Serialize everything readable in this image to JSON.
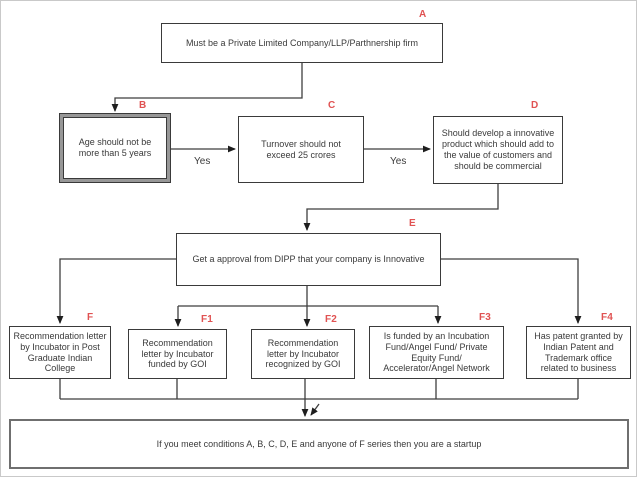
{
  "diagram": {
    "type": "flowchart",
    "colors": {
      "node_label": "#e05252",
      "connector": "#3f3f3f",
      "text": "#3a3a3a",
      "background": "#ffffff"
    },
    "nodes": {
      "a": {
        "label": "A",
        "text": "Must be a Private Limited  Company/LLP/Parthnership firm"
      },
      "b": {
        "label": "B",
        "text": "Age should not be more than 5 years"
      },
      "c": {
        "label": "C",
        "text": "Turnover should not exceed 25 crores"
      },
      "d": {
        "label": "D",
        "text": "Should develop a innovative product which should add to the value of customers and should be commercial"
      },
      "e": {
        "label": "E",
        "text": "Get a approval from DIPP that your company is Innovative"
      },
      "f": {
        "label": "F",
        "text": "Recommendation letter by Incubator in Post Graduate Indian College"
      },
      "f1": {
        "label": "F1",
        "text": "Recommendation letter by Incubator funded by GOI"
      },
      "f2": {
        "label": "F2",
        "text": "Recommendation letter by Incubator recognized by GOI"
      },
      "f3": {
        "label": "F3",
        "text": "Is funded by an Incubation Fund/Angel Fund/ Private Equity Fund/ Accelerator/Angel Network"
      },
      "f4": {
        "label": "F4",
        "text": "Has patent granted by Indian Patent and Trademark office related to business"
      },
      "result": {
        "text": "If you meet conditions A, B, C, D, E and anyone of F series then you are a startup"
      }
    },
    "edges": {
      "b_to_c": {
        "label": "Yes"
      },
      "c_to_d": {
        "label": "Yes"
      }
    }
  }
}
